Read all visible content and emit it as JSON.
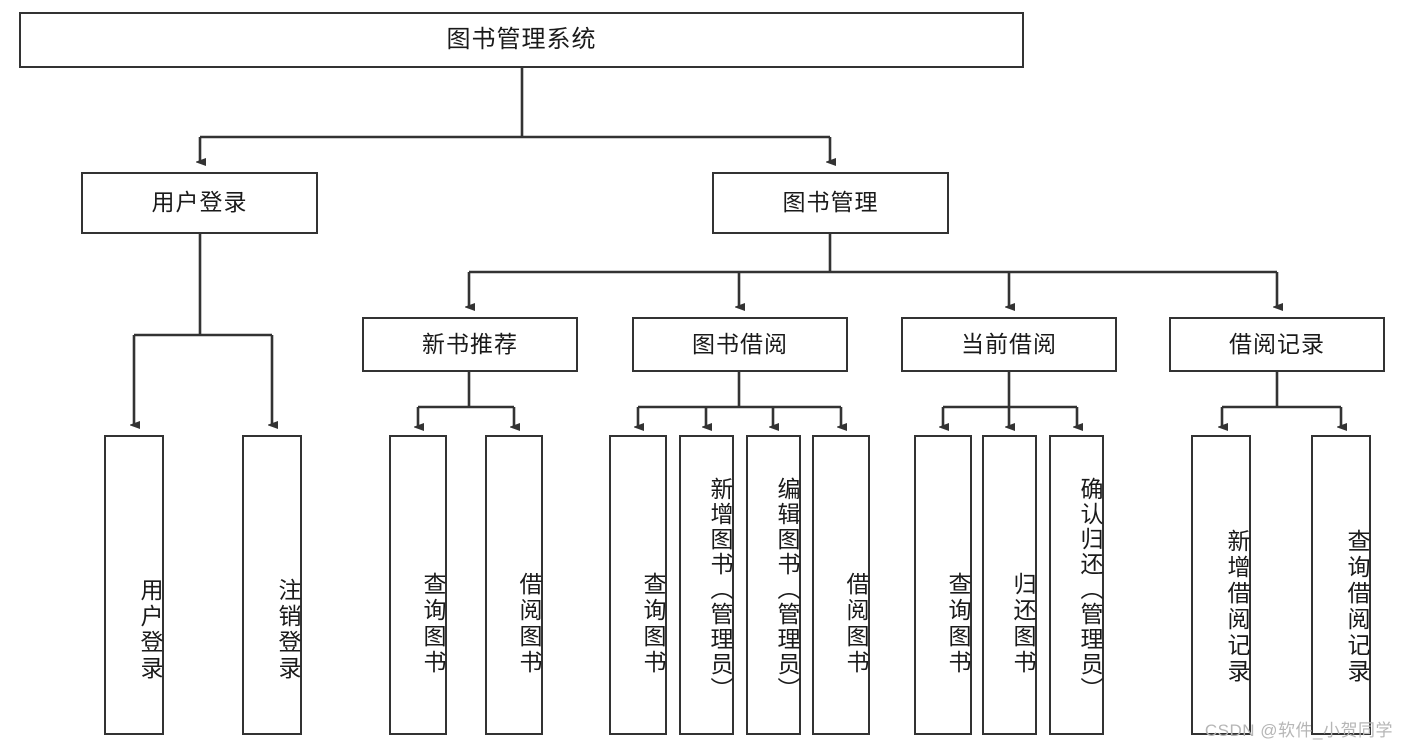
{
  "diagram": {
    "title": "图书管理系统",
    "type": "tree",
    "watermark": "CSDN @软件_小贺同学",
    "colors": {
      "box_border": "#333333",
      "box_fill": "#ffffff",
      "connector": "#333333",
      "text": "#1a1a1a",
      "watermark": "#b6b6b6"
    },
    "root": {
      "label": "图书管理系统"
    },
    "level2": [
      {
        "label": "用户登录"
      },
      {
        "label": "图书管理"
      }
    ],
    "level3": [
      {
        "label": "新书推荐"
      },
      {
        "label": "图书借阅"
      },
      {
        "label": "当前借阅"
      },
      {
        "label": "借阅记录"
      }
    ],
    "leaves": {
      "user_login": [
        {
          "label": "用户登录"
        },
        {
          "label": "注销登录"
        }
      ],
      "new_book_recommend": [
        {
          "label": "查询图书"
        },
        {
          "label": "借阅图书"
        }
      ],
      "book_borrow": [
        {
          "label": "查询图书"
        },
        {
          "label": "新增图书（管理员）"
        },
        {
          "label": "编辑图书（管理员）"
        },
        {
          "label": "借阅图书"
        }
      ],
      "current_borrow": [
        {
          "label": "查询图书"
        },
        {
          "label": "归还图书"
        },
        {
          "label": "确认归还（管理员）"
        }
      ],
      "borrow_records": [
        {
          "label": "新增借阅记录"
        },
        {
          "label": "查询借阅记录"
        }
      ]
    }
  }
}
